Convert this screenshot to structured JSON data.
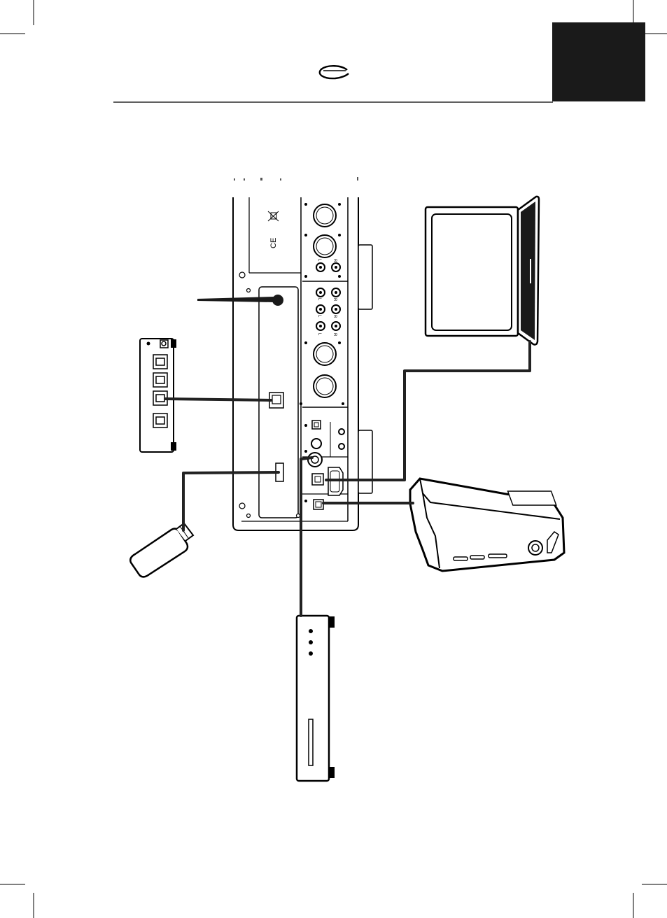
{
  "page": {
    "header": {
      "logo_icon": "swoosh-e-logo-icon",
      "tab_color": "#1a1a1a"
    },
    "marks": {
      "ce": "CE",
      "l": "L",
      "r": "R"
    }
  },
  "diagram": {
    "type": "connection-diagram",
    "devices": [
      {
        "id": "media-player-rear-panel",
        "icon": "media-player-rear-panel-icon"
      },
      {
        "id": "wifi-antenna",
        "icon": "antenna-icon"
      },
      {
        "id": "network-router",
        "icon": "router-icon"
      },
      {
        "id": "usb-flash-drive",
        "icon": "usb-drive-icon"
      },
      {
        "id": "monitor",
        "icon": "monitor-icon"
      },
      {
        "id": "game-console",
        "icon": "game-console-icon"
      },
      {
        "id": "av-receiver",
        "icon": "receiver-icon"
      }
    ],
    "connections": [
      {
        "from": "network-router",
        "to": "media-player-rear-panel",
        "cable": "ethernet"
      },
      {
        "from": "usb-flash-drive",
        "to": "media-player-rear-panel",
        "cable": "usb"
      },
      {
        "from": "monitor",
        "to": "media-player-rear-panel",
        "cable": "vga"
      },
      {
        "from": "game-console",
        "to": "media-player-rear-panel",
        "cable": "optical"
      },
      {
        "from": "av-receiver",
        "to": "media-player-rear-panel",
        "cable": "coaxial"
      }
    ]
  }
}
